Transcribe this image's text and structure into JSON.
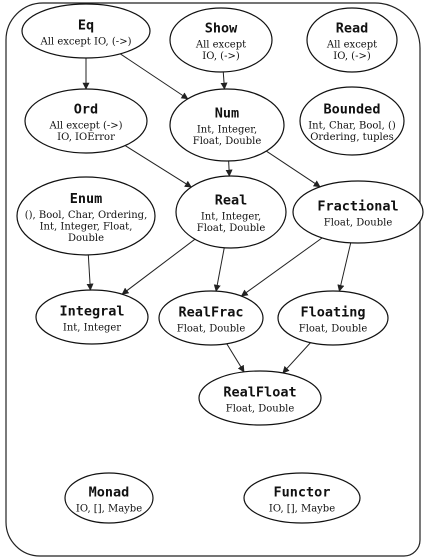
{
  "nodes": {
    "eq": {
      "title": "Eq",
      "lines": [
        "All except IO, (->)"
      ]
    },
    "show": {
      "title": "Show",
      "lines": [
        "All except",
        "IO, (->)"
      ]
    },
    "read": {
      "title": "Read",
      "lines": [
        "All except",
        "IO, (->)"
      ]
    },
    "ord": {
      "title": "Ord",
      "lines": [
        "All except (->)",
        "IO,  IOError"
      ]
    },
    "num": {
      "title": "Num",
      "lines": [
        "Int, Integer,",
        "Float, Double"
      ]
    },
    "bounded": {
      "title": "Bounded",
      "lines": [
        "Int, Char, Bool, ()",
        "Ordering, tuples"
      ]
    },
    "enum": {
      "title": "Enum",
      "lines": [
        "(), Bool, Char, Ordering,",
        "Int, Integer, Float,",
        "Double"
      ]
    },
    "real": {
      "title": "Real",
      "lines": [
        "Int, Integer,",
        "Float, Double"
      ]
    },
    "fractional": {
      "title": "Fractional",
      "lines": [
        "Float, Double"
      ]
    },
    "integral": {
      "title": "Integral",
      "lines": [
        "Int, Integer"
      ]
    },
    "realfrac": {
      "title": "RealFrac",
      "lines": [
        "Float, Double"
      ]
    },
    "floating": {
      "title": "Floating",
      "lines": [
        "Float, Double"
      ]
    },
    "realfloat": {
      "title": "RealFloat",
      "lines": [
        "Float, Double"
      ]
    },
    "monad": {
      "title": "Monad",
      "lines": [
        "IO, [], Maybe"
      ]
    },
    "functor": {
      "title": "Functor",
      "lines": [
        "IO, [], Maybe"
      ]
    }
  },
  "edges": [
    [
      "eq",
      "ord"
    ],
    [
      "eq",
      "num"
    ],
    [
      "show",
      "num"
    ],
    [
      "ord",
      "real"
    ],
    [
      "num",
      "real"
    ],
    [
      "num",
      "fractional"
    ],
    [
      "enum",
      "integral"
    ],
    [
      "real",
      "integral"
    ],
    [
      "real",
      "realfrac"
    ],
    [
      "fractional",
      "realfrac"
    ],
    [
      "fractional",
      "floating"
    ],
    [
      "realfrac",
      "realfloat"
    ],
    [
      "floating",
      "realfloat"
    ]
  ]
}
